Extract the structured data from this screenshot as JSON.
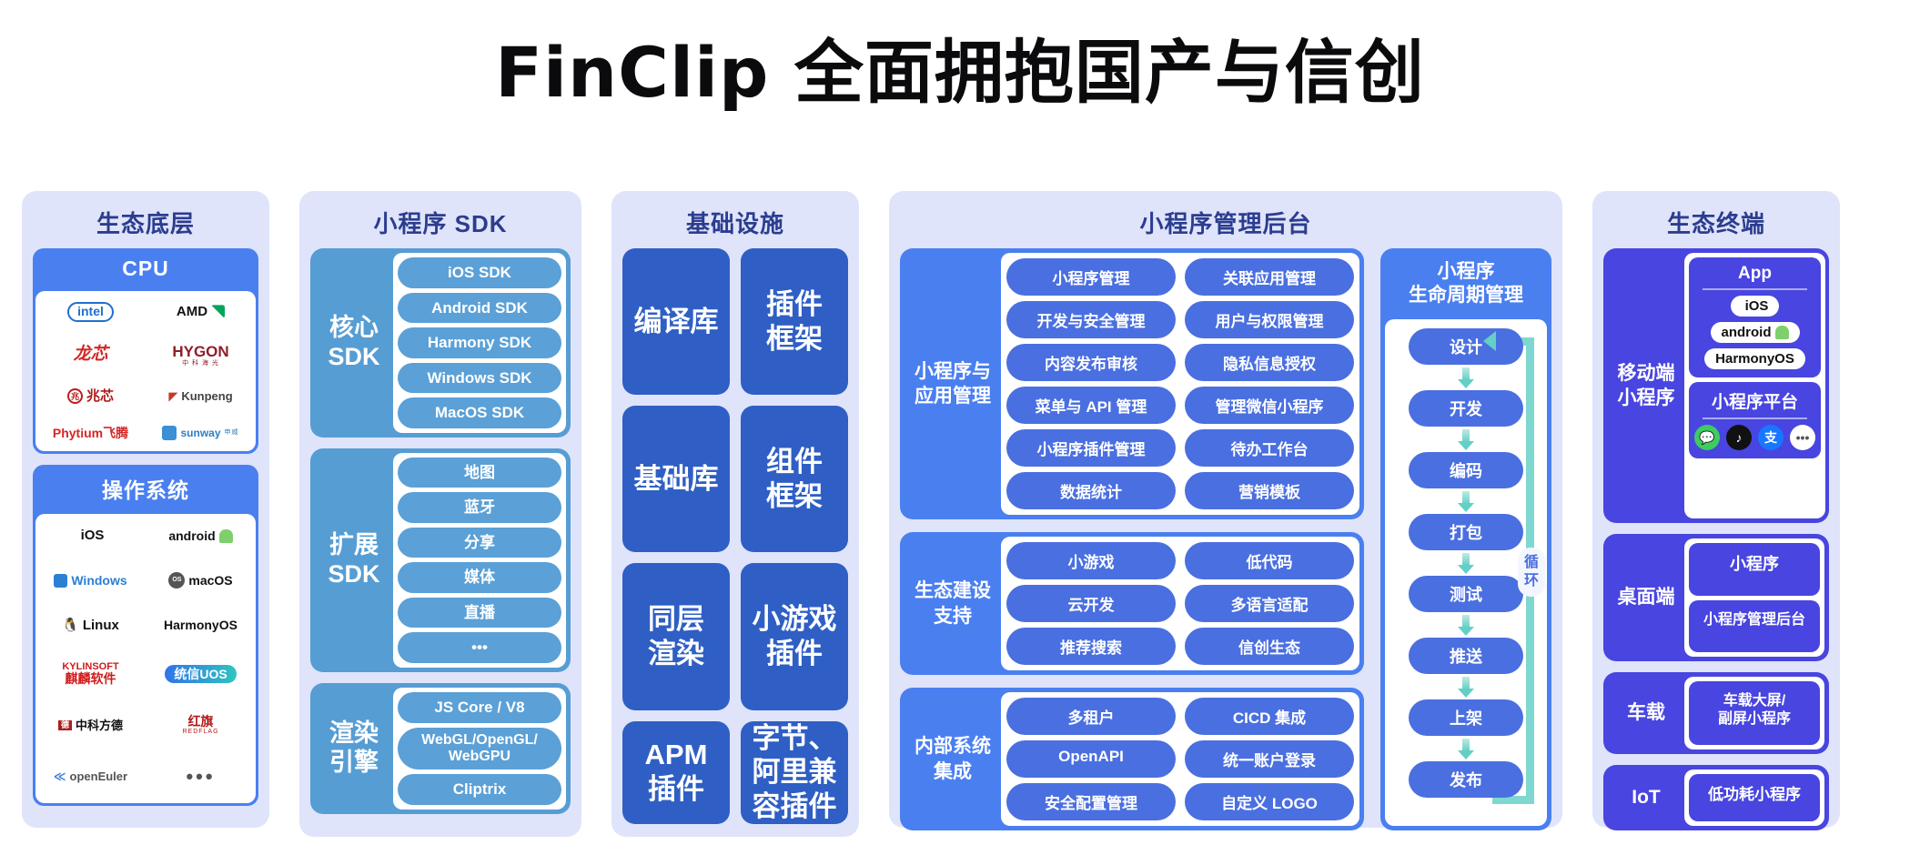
{
  "title": "FinClip 全面拥抱国产与信创",
  "panels": {
    "eco_base": {
      "title": "生态底层",
      "cpu": {
        "header": "CPU",
        "logos": [
          "intel",
          "AMD",
          "龙芯",
          "HYGON 中科海光",
          "兆芯",
          "Kunpeng",
          "Phytium 飞腾",
          "sunway 申威"
        ]
      },
      "os": {
        "header": "操作系统",
        "logos": [
          "iOS",
          "android",
          "Windows",
          "macOS",
          "Linux",
          "HarmonyOS",
          "KYLINSOFT 麒麟软件",
          "统信UOS",
          "中科方德",
          "红旗 REDFLAG",
          "openEuler",
          "•••"
        ]
      }
    },
    "sdk": {
      "title": "小程序 SDK",
      "groups": [
        {
          "label": "核心\nSDK",
          "items": [
            "iOS SDK",
            "Android SDK",
            "Harmony SDK",
            "Windows SDK",
            "MacOS SDK"
          ]
        },
        {
          "label": "扩展\nSDK",
          "items": [
            "地图",
            "蓝牙",
            "分享",
            "媒体",
            "直播",
            "•••"
          ]
        },
        {
          "label": "渲染\n引擎",
          "items": [
            "JS Core / V8",
            "WebGL/OpenGL/\nWebGPU",
            "Cliptrix"
          ]
        }
      ]
    },
    "infra": {
      "title": "基础设施",
      "cells": [
        "编译库",
        "插件\n框架",
        "基础库",
        "组件\n框架",
        "同层\n渲染",
        "小游戏\n插件",
        "APM\n插件",
        "字节、\n阿里兼\n容插件"
      ]
    },
    "admin": {
      "title": "小程序管理后台",
      "groups": [
        {
          "label": "小程序与\n应用管理",
          "items": [
            "小程序管理",
            "关联应用管理",
            "开发与安全管理",
            "用户与权限管理",
            "内容发布审核",
            "隐私信息授权",
            "菜单与 API 管理",
            "管理微信小程序",
            "小程序插件管理",
            "待办工作台",
            "数据统计",
            "营销模板"
          ]
        },
        {
          "label": "生态建设\n支持",
          "items": [
            "小游戏",
            "低代码",
            "云开发",
            "多语言适配",
            "推荐搜索",
            "信创生态"
          ]
        },
        {
          "label": "内部系统\n集成",
          "items": [
            "多租户",
            "CICD 集成",
            "OpenAPI",
            "统一账户登录",
            "安全配置管理",
            "自定义 LOGO"
          ]
        }
      ],
      "lifecycle": {
        "title": "小程序\n生命周期管理",
        "steps": [
          "设计",
          "开发",
          "编码",
          "打包",
          "测试",
          "推送",
          "上架",
          "发布"
        ],
        "loop_label": "循环"
      }
    },
    "terminal": {
      "title": "生态终端",
      "groups": [
        {
          "label": "移动端\n小程序",
          "cards": [
            {
              "title": "App",
              "chips": [
                "iOS",
                "android",
                "HarmonyOS"
              ]
            },
            {
              "title": "小程序平台",
              "chips": [
                "wechat",
                "douyin",
                "alipay",
                "more"
              ]
            }
          ]
        },
        {
          "label": "桌面端",
          "plain": [
            "小程序",
            "小程序管理后台"
          ]
        },
        {
          "label": "车载",
          "plain": [
            "车载大屏/\n副屏小程序"
          ]
        },
        {
          "label": "IoT",
          "plain": [
            "低功耗小程序"
          ]
        }
      ]
    }
  },
  "colors": {
    "panel_bg": "#dfe4fb",
    "panel_title": "#2c3d8f",
    "blue_primary": "#4a7ff0",
    "blue_sdk": "#569dd4",
    "blue_infra": "#2f5fc4",
    "blue_pill": "#4a6fe0",
    "indigo_terminal": "#4845e0",
    "teal_loop": "#7fd8d0"
  }
}
